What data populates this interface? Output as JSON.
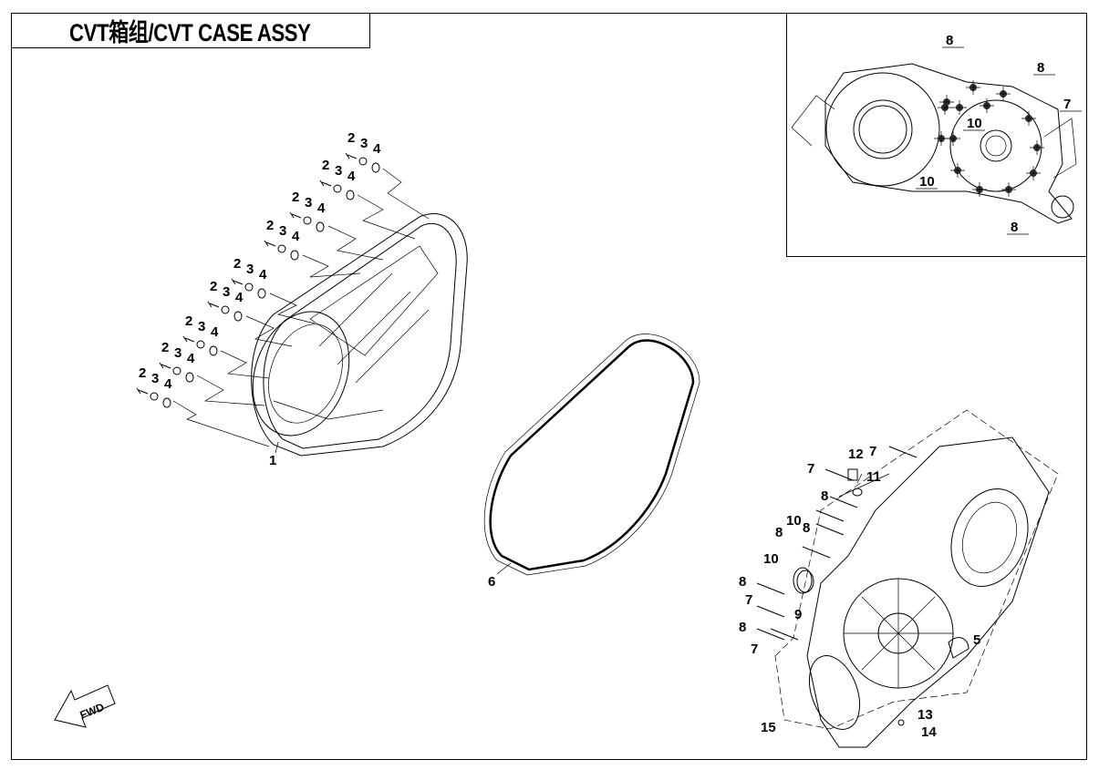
{
  "title": "CVT箱组/CVT CASE ASSY",
  "fwd_label": "FWD",
  "bolt_rows": [
    [
      "2",
      "3",
      "4"
    ],
    [
      "2",
      "3",
      "4"
    ],
    [
      "2",
      "3",
      "4"
    ],
    [
      "2",
      "3",
      "4"
    ],
    [
      "2",
      "3",
      "4"
    ],
    [
      "2",
      "3",
      "4"
    ],
    [
      "2",
      "3",
      "4"
    ],
    [
      "2",
      "3",
      "4"
    ],
    [
      "2",
      "3",
      "4"
    ]
  ],
  "callouts": {
    "cover": "1",
    "gasket": "6",
    "right_case": [
      "12",
      "7",
      "7",
      "11",
      "8",
      "10",
      "8",
      "8",
      "10",
      "8",
      "7",
      "9",
      "8",
      "7",
      "5",
      "15",
      "13",
      "14"
    ],
    "inset": [
      "8",
      "8",
      "7",
      "10",
      "10",
      "8"
    ]
  }
}
